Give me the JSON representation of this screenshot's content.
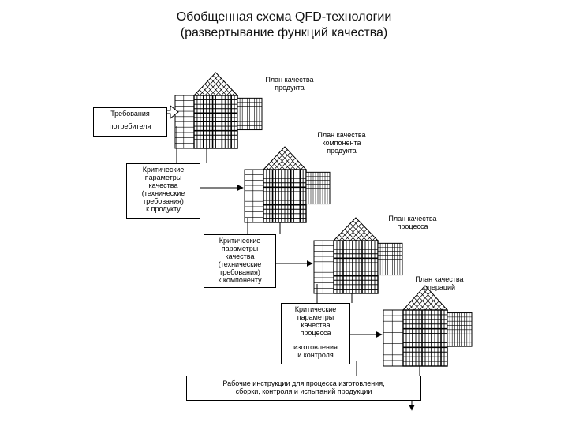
{
  "title": {
    "line1": "Обобщенная схема QFD-технологии",
    "line2": "(развертывание функций качества)"
  },
  "houses": [
    {
      "label_lines": [
        "План качества",
        "продукта"
      ]
    },
    {
      "label_lines": [
        "План качества",
        "компонента",
        "продукта"
      ]
    },
    {
      "label_lines": [
        "План качества",
        "процесса"
      ]
    },
    {
      "label_lines": [
        "План качества",
        "операций"
      ]
    }
  ],
  "input_boxes": [
    {
      "lines": [
        "Требования",
        "потребителя"
      ]
    },
    {
      "lines": [
        "Критические",
        "параметры",
        "качества",
        "(технические",
        "требования)",
        "к продукту"
      ]
    },
    {
      "lines": [
        "Критические",
        "параметры",
        "качества",
        "(технические",
        "требования)",
        "к компоненту"
      ]
    },
    {
      "lines": [
        "Критические",
        "параметры",
        "качества",
        "процесса",
        "",
        "изготовления",
        "и контроля"
      ]
    }
  ],
  "output_box": {
    "lines": [
      "Рабочие инструкции для процесса изготовления,",
      "сборки, контроля и испытаний продукции"
    ]
  }
}
